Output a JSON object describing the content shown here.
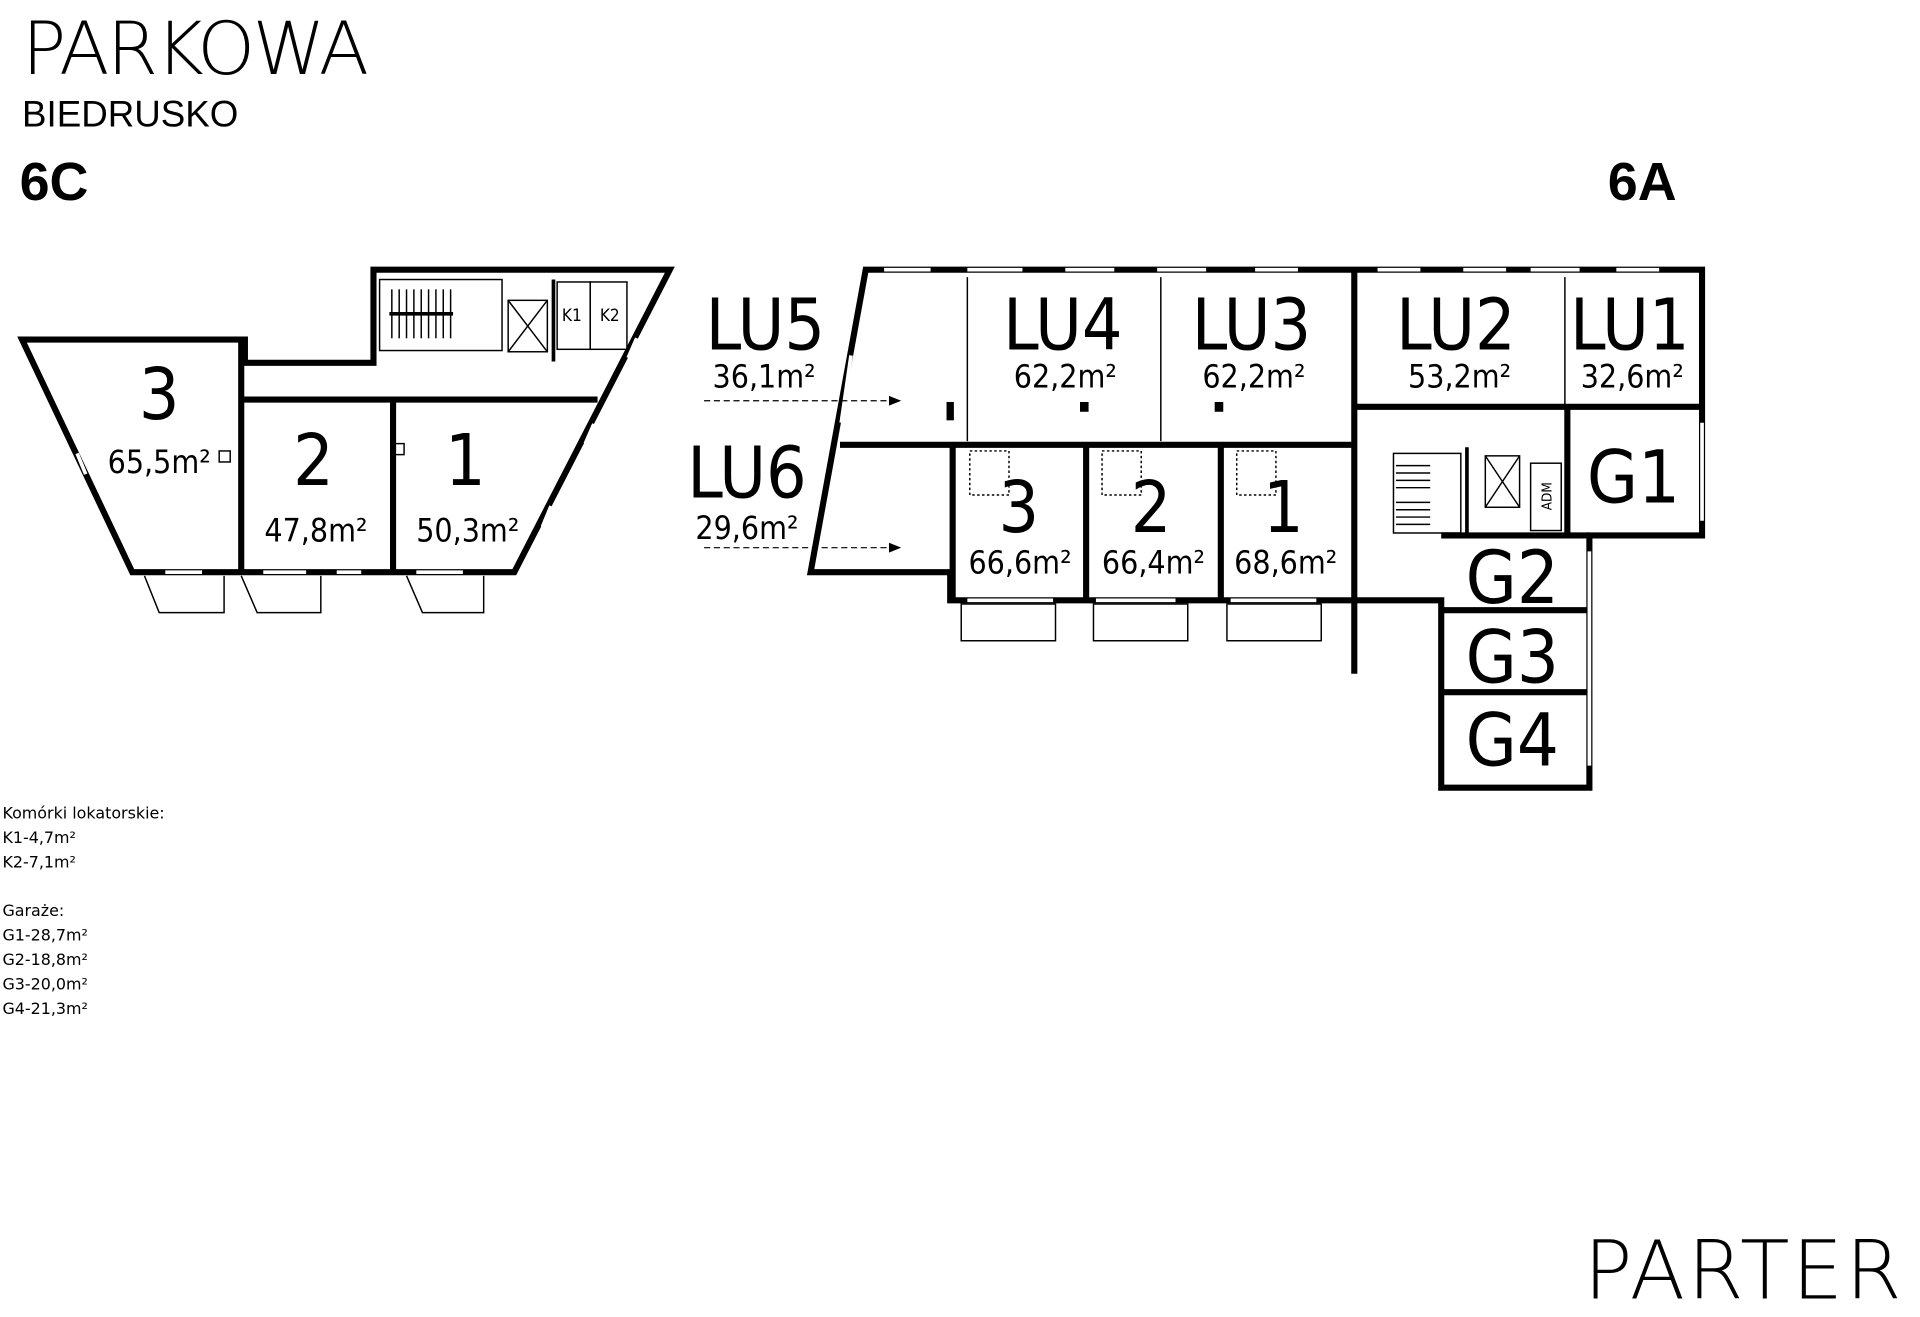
{
  "header": {
    "title": "PARKOWA",
    "subtitle": "BIEDRUSKO",
    "building_left": "6C",
    "building_right": "6A"
  },
  "floor_label": "PARTER",
  "building_6c": {
    "units": [
      {
        "number": "3",
        "area": "65,5m²"
      },
      {
        "number": "2",
        "area": "47,8m²"
      },
      {
        "number": "1",
        "area": "50,3m²"
      }
    ],
    "storage": [
      "K1",
      "K2"
    ]
  },
  "building_6a": {
    "commercial": [
      {
        "id": "LU5",
        "area": "36,1m²"
      },
      {
        "id": "LU6",
        "area": "29,6m²"
      },
      {
        "id": "LU4",
        "area": "62,2m²"
      },
      {
        "id": "LU3",
        "area": "62,2m²"
      },
      {
        "id": "LU2",
        "area": "53,2m²"
      },
      {
        "id": "LU1",
        "area": "32,6m²"
      }
    ],
    "units": [
      {
        "number": "3",
        "area": "66,6m²"
      },
      {
        "number": "2",
        "area": "66,4m²"
      },
      {
        "number": "1",
        "area": "68,6m²"
      }
    ],
    "garages": [
      "G1",
      "G2",
      "G3",
      "G4"
    ],
    "admin_room": "ADM"
  },
  "legend": {
    "storage_heading": "Komórki lokatorskie:",
    "storage_items": [
      "K1-4,7m²",
      "K2-7,1m²"
    ],
    "garage_heading": "Garaże:",
    "garage_items": [
      "G1-28,7m²",
      "G2-18,8m²",
      "G3-20,0m²",
      "G4-21,3m²"
    ]
  }
}
